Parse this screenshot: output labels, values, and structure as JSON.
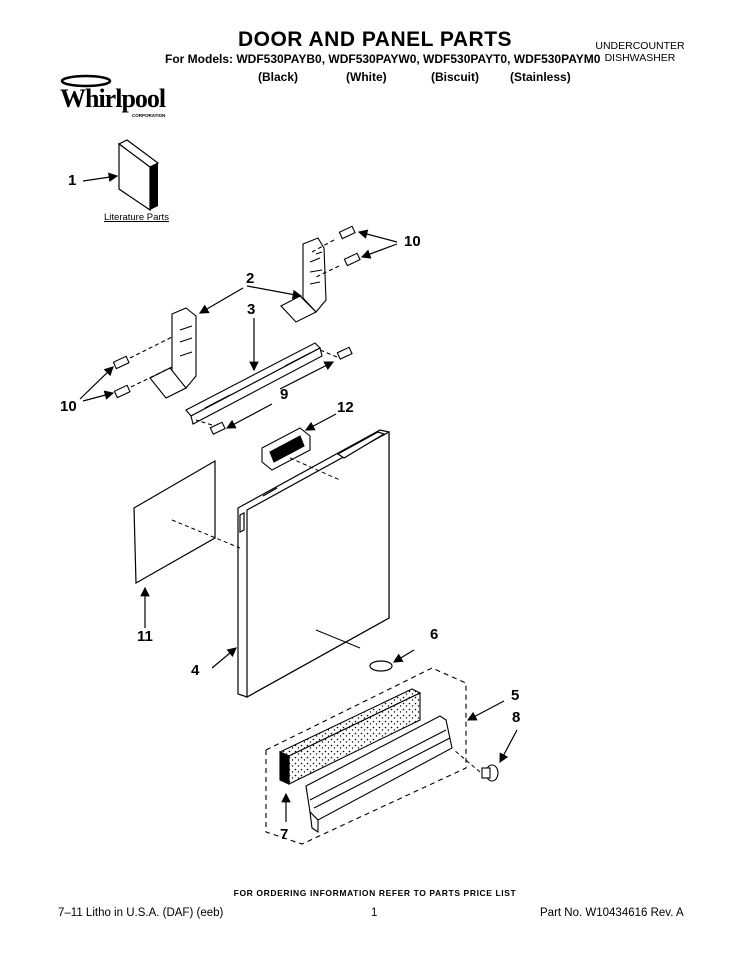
{
  "header": {
    "title": "DOOR AND PANEL PARTS",
    "models": "For Models: WDF530PAYB0, WDF530PAYW0, WDF530PAYT0, WDF530PAYM0",
    "colors": [
      "(Black)",
      "(White)",
      "(Biscuit)",
      "(Stainless)"
    ],
    "appliance_line1": "UNDERCOUNTER",
    "appliance_line2": "DISHWASHER"
  },
  "logo": {
    "text": "Whirlpool",
    "subtext": "CORPORATION"
  },
  "diagram": {
    "literature_label": "Literature Parts",
    "callouts": {
      "c1": "1",
      "c2": "2",
      "c3": "3",
      "c4": "4",
      "c5": "5",
      "c6": "6",
      "c7": "7",
      "c8": "8",
      "c9": "9",
      "c10a": "10",
      "c10b": "10",
      "c11": "11",
      "c12": "12"
    }
  },
  "footer": {
    "order_note": "FOR ORDERING INFORMATION REFER TO PARTS PRICE LIST",
    "litho": "7–11 Litho in U.S.A. (DAF) (eeb)",
    "page": "1",
    "part_no": "Part No. W10434616 Rev. A"
  }
}
